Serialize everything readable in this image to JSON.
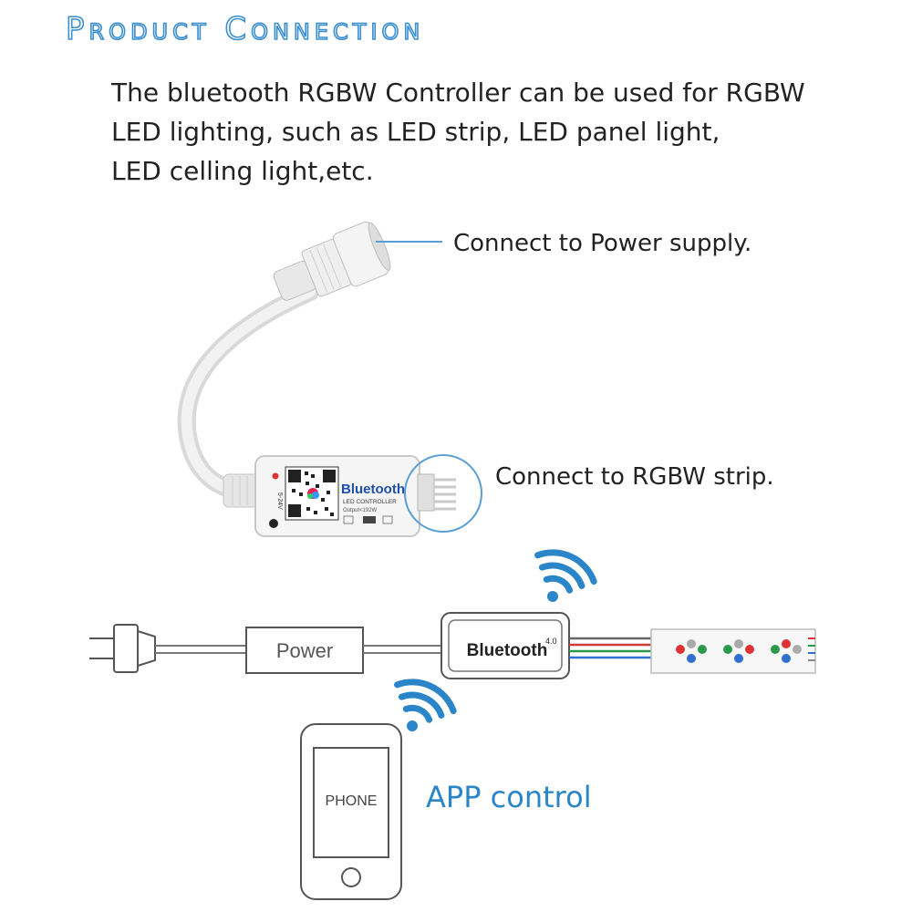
{
  "header": {
    "title": "Product Connection"
  },
  "intro": {
    "line1": "The bluetooth RGBW Controller can be used for RGBW",
    "line2": "LED lighting, such as LED strip, LED panel light,",
    "line3": "LED celling light,etc."
  },
  "callouts": {
    "power": "Connect to Power supply.",
    "strip": "Connect to RGBW strip."
  },
  "device": {
    "brand": "Bluetooth",
    "subtitle": "LED CONTROLLER",
    "output": "Output<192W",
    "voltage": "5-24V"
  },
  "wiring": {
    "power_label": "Power",
    "controller_label": "Bluetooth",
    "controller_version": "4.0",
    "phone_label": "PHONE",
    "app_label": "APP control"
  },
  "colors": {
    "accent": "#3b8fd0",
    "app": "#2a86c8",
    "wire_red": "#d23a3a",
    "wire_green": "#2a9a4a",
    "wire_blue": "#2f6fd0"
  }
}
